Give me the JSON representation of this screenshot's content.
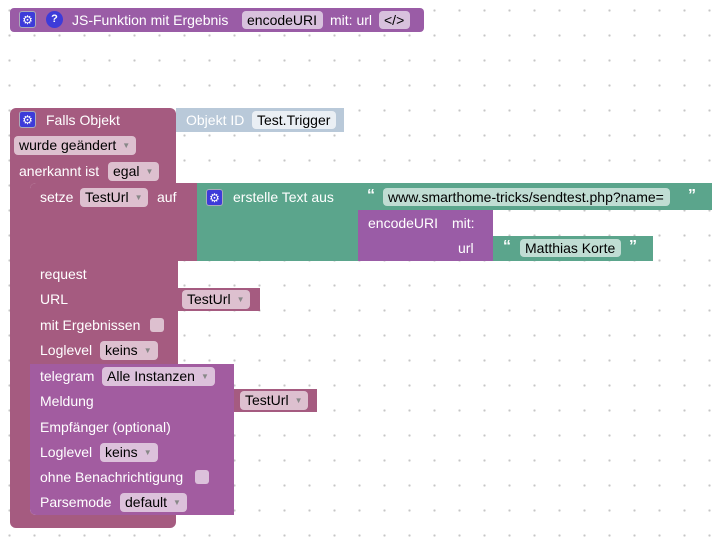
{
  "function_block": {
    "label": "JS-Funktion mit Ergebnis",
    "name": "encodeURI",
    "params": "mit: url",
    "code_button": "</>"
  },
  "trigger_block": {
    "label": "Falls Objekt",
    "condition": "wurde geändert",
    "ack_label": "anerkannt ist",
    "ack_value": "egal"
  },
  "object_id_block": {
    "label": "Objekt ID",
    "value": "Test.Trigger"
  },
  "set_block": {
    "label": "setze",
    "variable": "TestUrl",
    "to_label": "auf"
  },
  "text_join_block": {
    "label": "erstelle Text aus",
    "text1": "www.smarthome-tricks/sendtest.php?name="
  },
  "encode_block": {
    "label": "encodeURI",
    "mit": "mit:",
    "param": "url",
    "text": "Matthias Korte"
  },
  "request_block": {
    "label": "request",
    "url_label": "URL",
    "url_var": "TestUrl",
    "results_label": "mit Ergebnissen",
    "loglevel_label": "Loglevel",
    "loglevel": "keins"
  },
  "telegram_block": {
    "label": "telegram",
    "instance": "Alle Instanzen",
    "message_label": "Meldung",
    "message_var": "TestUrl",
    "recipient_label": "Empfänger (optional)",
    "loglevel_label": "Loglevel",
    "loglevel": "keins",
    "silent_label": "ohne Benachrichtigung",
    "parsemode_label": "Parsemode",
    "parsemode": "default"
  }
}
